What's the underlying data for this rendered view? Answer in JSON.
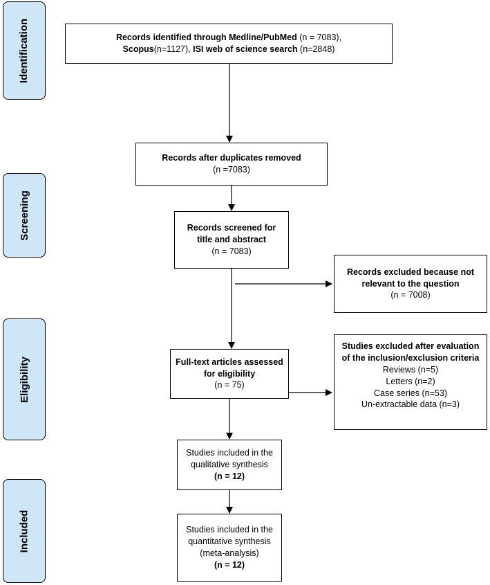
{
  "phases": {
    "identification": "Identification",
    "screening": "Screening",
    "eligibility": "Eligibility",
    "included": "Included"
  },
  "boxes": {
    "identified": {
      "line1_bold": "Records identified through Medline/PubMed",
      "line1_rest": " (n = 7083),",
      "line2_bold1": "Scopus",
      "line2_mid": "(n=1127), ",
      "line2_bold2": "ISI web of science search",
      "line2_rest": " (n=2848)"
    },
    "duplicates": {
      "title": "Records after duplicates removed",
      "count": "(n =7083)"
    },
    "screened": {
      "title1": "Records screened for",
      "title2": "title and abstract",
      "count": "(n = 7083)"
    },
    "excluded_relevance": {
      "title1": "Records excluded because not",
      "title2": "relevant to the question",
      "count": "(n = 7008)"
    },
    "excluded_criteria": {
      "title1": "Studies excluded after evaluation",
      "title2": "of the inclusion/exclusion criteria",
      "items": [
        "Reviews (n=5)",
        "Letters (n=2)",
        "Case series (n=53)",
        "Un-extractable data (n=3)"
      ]
    },
    "fulltext": {
      "title1": "Full-text articles assessed",
      "title2": "for eligibility",
      "count": "(n = 75)"
    },
    "qualitative": {
      "line1": "Studies included in the",
      "line2": "qualitative synthesis",
      "count": "(n = 12)"
    },
    "quantitative": {
      "line1": "Studies included in the",
      "line2": "quantitative synthesis",
      "line3": "(meta-analysis)",
      "count": "(n = 12)"
    }
  }
}
